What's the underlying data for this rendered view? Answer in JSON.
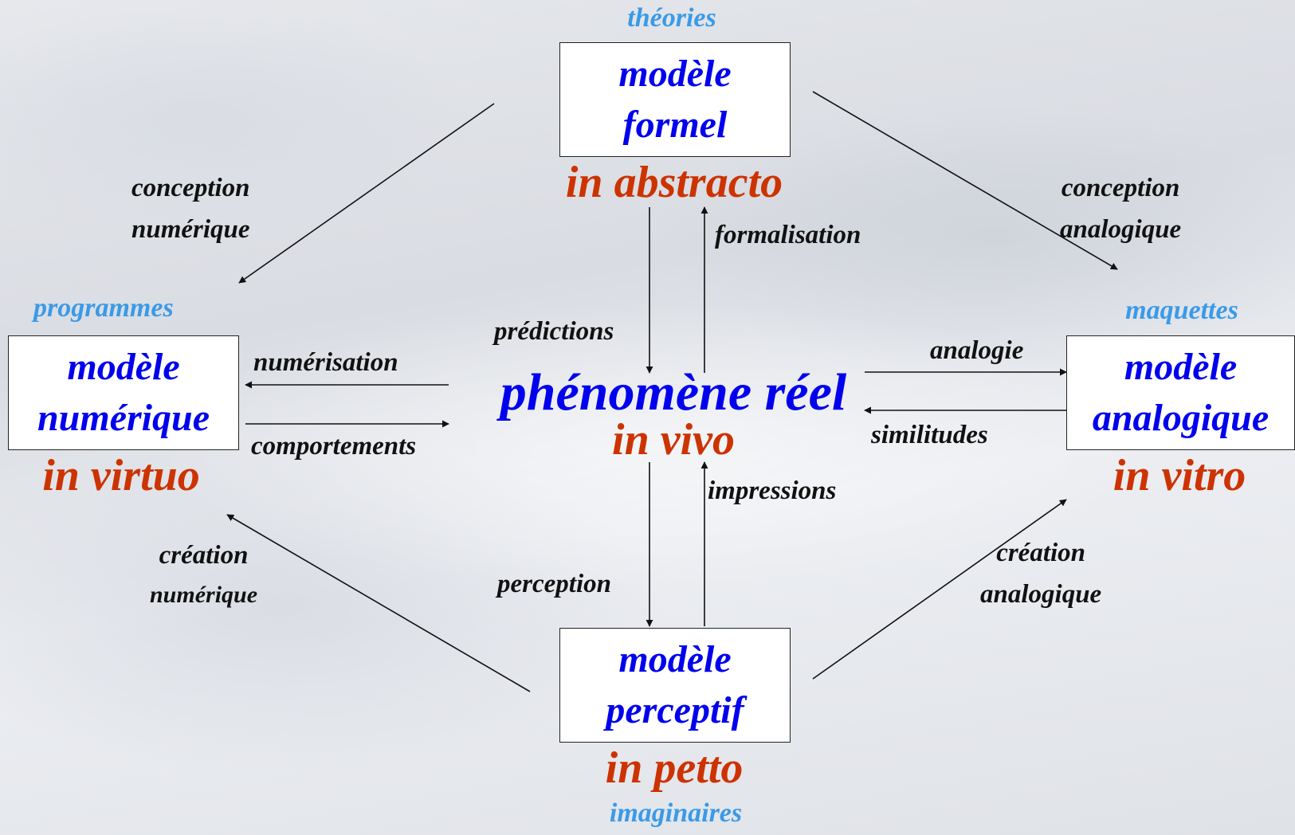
{
  "top": {
    "category": "théories",
    "model_lines": [
      "modèle",
      "formel"
    ],
    "realm": "in abstracto"
  },
  "left": {
    "category": "programmes",
    "model_lines": [
      "modèle",
      "numérique"
    ],
    "realm": "in virtuo"
  },
  "right": {
    "category": "maquettes",
    "model_lines": [
      "modèle",
      "analogique"
    ],
    "realm": "in vitro"
  },
  "bottom": {
    "category": "imaginaires",
    "model_lines": [
      "modèle",
      "perceptif"
    ],
    "realm": "in petto"
  },
  "center": {
    "title": "phénomène réel",
    "realm": "in vivo"
  },
  "relations": {
    "conception_numerique": [
      "conception",
      "numérique"
    ],
    "conception_analogique": [
      "conception",
      "analogique"
    ],
    "creation_numerique": [
      "création",
      "numérique"
    ],
    "creation_analogique": [
      "création",
      "analogique"
    ],
    "formalisation": "formalisation",
    "predictions": "prédictions",
    "perception": "perception",
    "impressions": "impressions",
    "numerisation": "numérisation",
    "comportements": "comportements",
    "analogie": "analogie",
    "similitudes": "similitudes"
  }
}
